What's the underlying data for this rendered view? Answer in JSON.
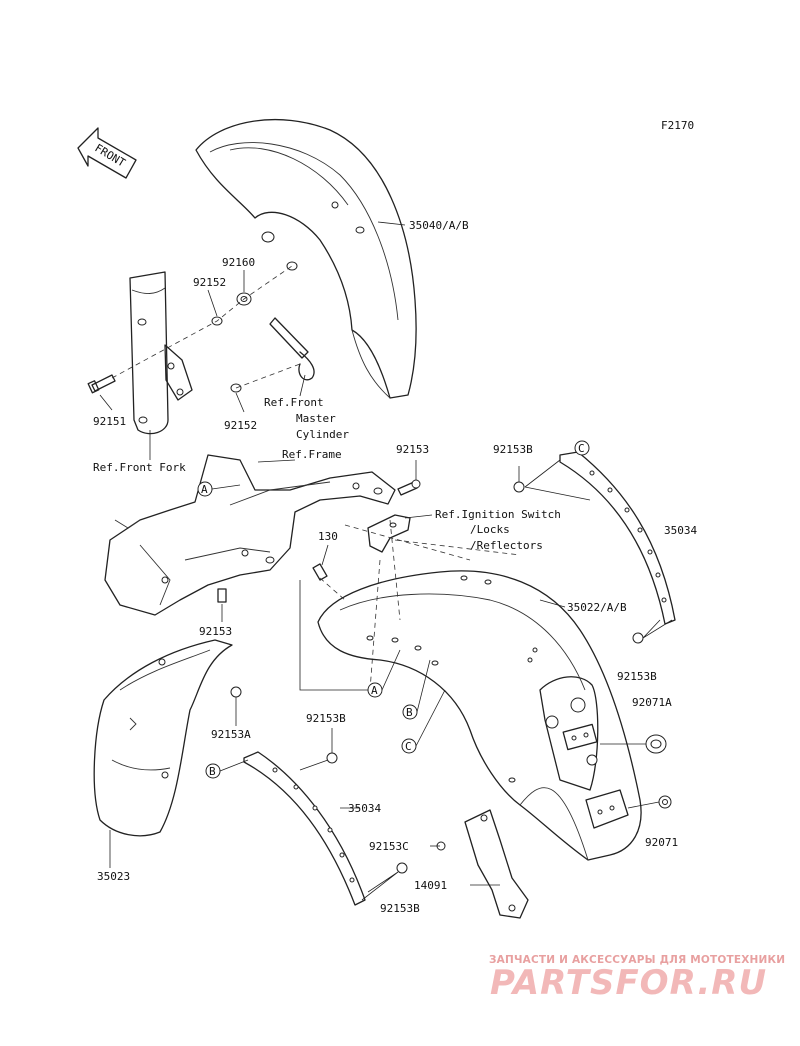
{
  "figure_code": "F2170",
  "front_arrow_label": "FRONT",
  "part_labels": {
    "p35040": "35040/A/B",
    "p92160": "92160",
    "p92152_top": "92152",
    "p92152_bottom": "92152",
    "p92151": "92151",
    "ref_master_line1": "Ref.Front",
    "ref_master_line2": "Master",
    "ref_master_line3": "Cylinder",
    "ref_front_fork": "Ref.Front Fork",
    "ref_frame": "Ref.Frame",
    "p92153_top": "92153",
    "ref_ignition_line1": "Ref.Ignition Switch",
    "ref_ignition_line2": "/Locks",
    "ref_ignition_line3": "/Reflectors",
    "p130": "130",
    "p92153B_top": "92153B",
    "p35034_right": "35034",
    "p35022": "35022/A/B",
    "p92153_left": "92153",
    "p92153B_right": "92153B",
    "p92071A": "92071A",
    "p92153A": "92153A",
    "p92153B_mid": "92153B",
    "p35034_mid": "35034",
    "p92153C": "92153C",
    "p92071": "92071",
    "p14091": "14091",
    "p92153B_bottom": "92153B",
    "p35023": "35023"
  },
  "circle_markers": {
    "a1": "A",
    "a2": "A",
    "b1": "B",
    "b2": "B",
    "c1": "C",
    "c2": "C"
  },
  "watermark": {
    "tagline": "ЗАПЧАСТИ И АКСЕССУАРЫ ДЛЯ МОТОТЕХНИКИ",
    "logo": "PARTSFOR.RU",
    "color": "#e8a0a0"
  }
}
